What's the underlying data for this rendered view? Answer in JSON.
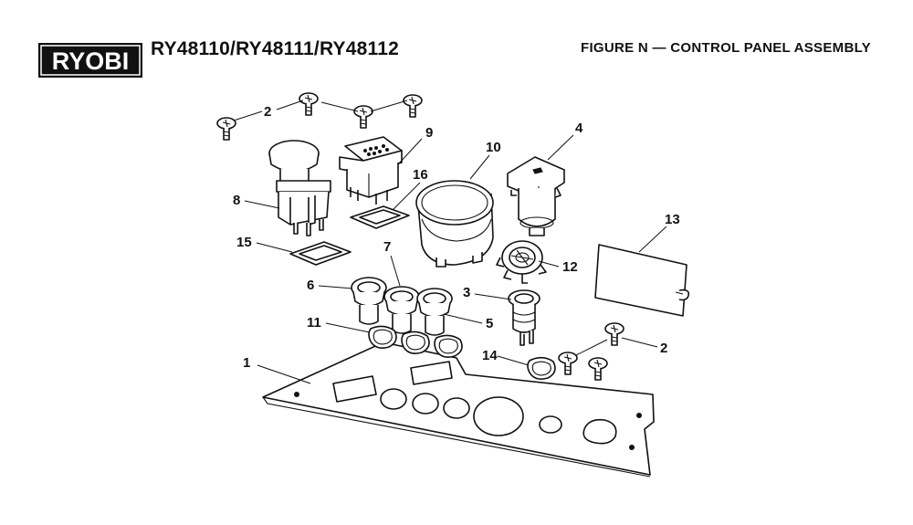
{
  "header": {
    "logo_text": "RYOBI",
    "model": "RY48110/RY48111/RY48112",
    "figure_title": "FIGURE N — CONTROL PANEL ASSEMBLY"
  },
  "callouts": {
    "c1": "1",
    "c2_top": "2",
    "c2_right": "2",
    "c3": "3",
    "c4": "4",
    "c5": "5",
    "c6": "6",
    "c7": "7",
    "c8": "8",
    "c9": "9",
    "c10": "10",
    "c11": "11",
    "c12": "12",
    "c13": "13",
    "c14": "14",
    "c15": "15",
    "c16": "16"
  }
}
